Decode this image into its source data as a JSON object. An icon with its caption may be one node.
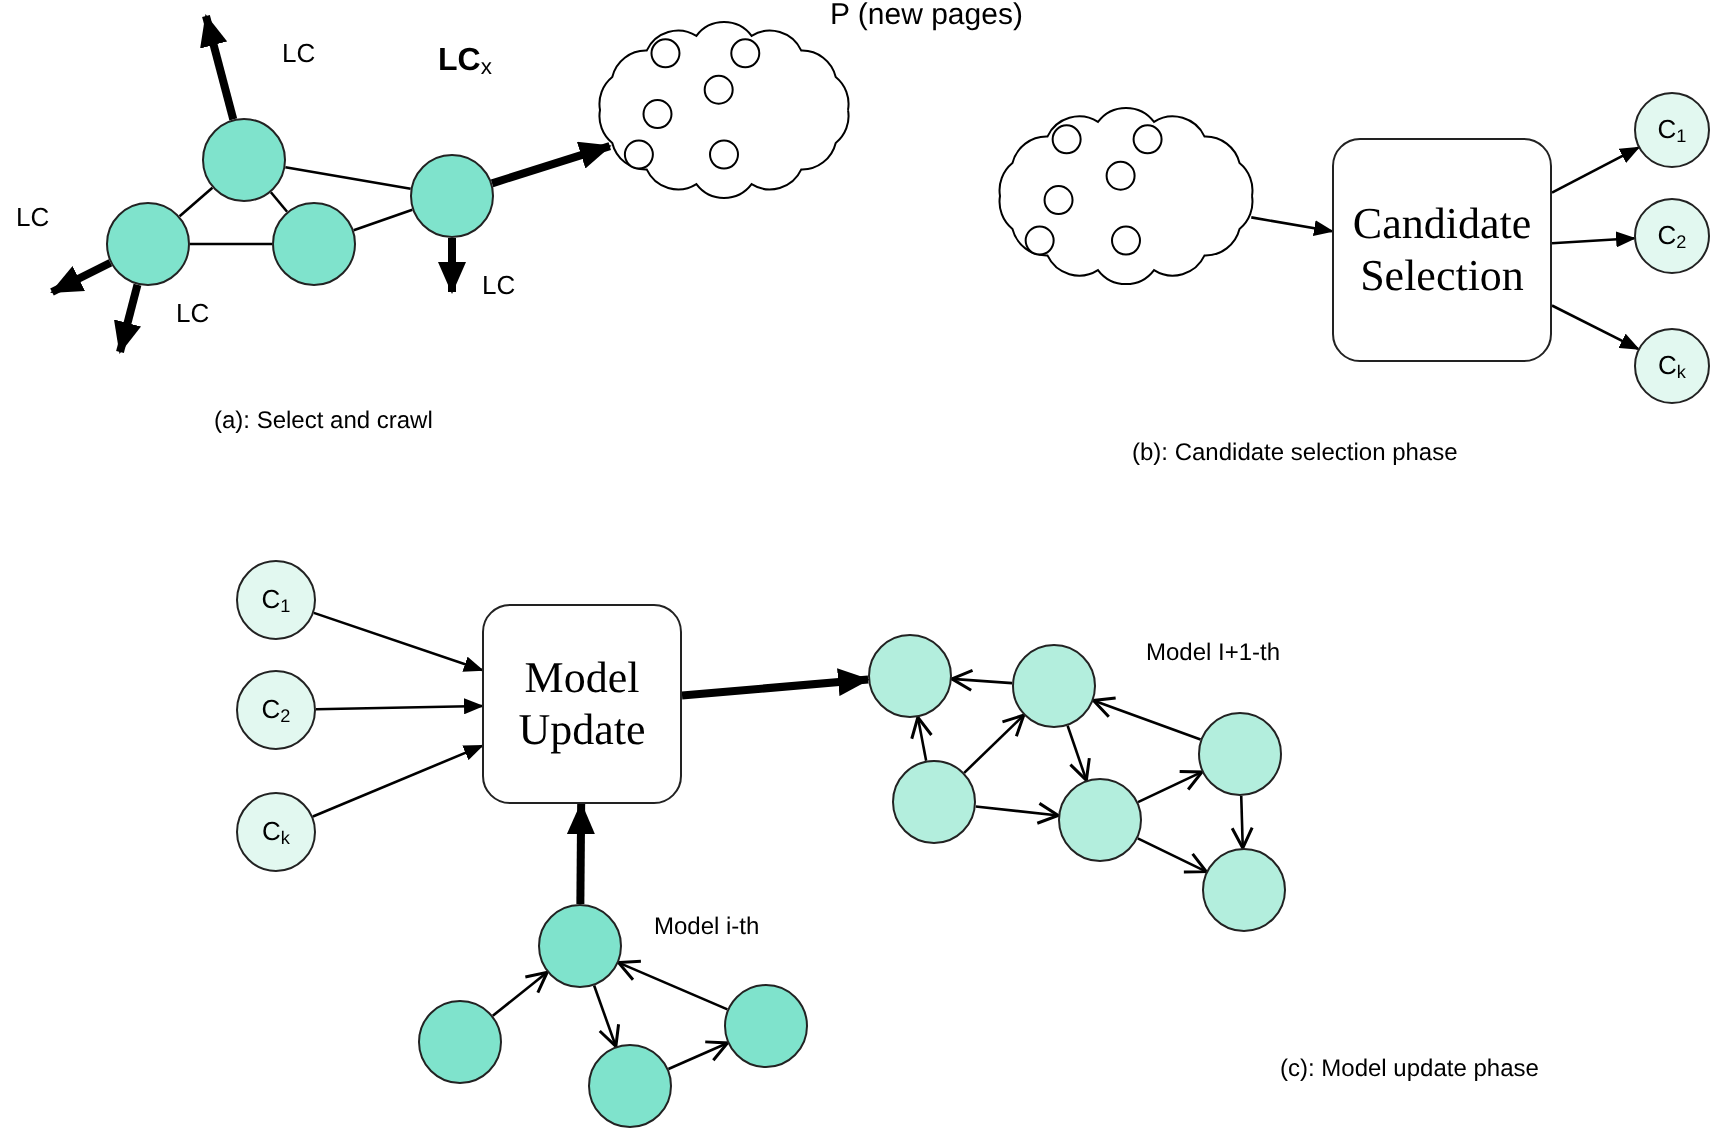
{
  "diagram": {
    "nodes": [
      {
        "text": [],
        "shape": "circle"
      },
      {
        "text": [],
        "shape": "circle"
      },
      {
        "text": [],
        "shape": "circle"
      },
      {
        "text": [],
        "shape": "circle"
      },
      {
        "text": [],
        "shape": "cloud"
      },
      {
        "text": [],
        "shape": "cloud"
      },
      {
        "text": [
          "Candidate Selection"
        ]
      },
      {
        "text": [
          "C$_{1}$"
        ]
      },
      {
        "text": [
          "C$_{2}$"
        ]
      },
      {
        "text": [
          "C$_{k}$"
        ]
      },
      {
        "text": [
          "C$_{1}$"
        ]
      },
      {
        "text": [
          "C$_{2}$"
        ]
      },
      {
        "text": [
          "C$_{k}$"
        ]
      },
      {
        "text": [
          "Model Update"
        ]
      },
      {
        "text": [],
        "shape": "circle"
      },
      {
        "text": [],
        "shape": "circle"
      },
      {
        "text": [],
        "shape": "circle"
      },
      {
        "text": [],
        "shape": "circle"
      },
      {
        "text": [],
        "shape": "circle"
      },
      {
        "text": [],
        "shape": "circle"
      },
      {
        "text": [],
        "shape": "circle"
      },
      {
        "text": [],
        "shape": "circle"
      },
      {
        "text": [],
        "shape": "circle"
      },
      {
        "text": [],
        "shape": "circle"
      }
    ],
    "edges": [
      {
        "from": 0,
        "to": 1,
        "arrow": "none"
      },
      {
        "from": 0,
        "to": 2,
        "arrow": "none"
      },
      {
        "from": 0,
        "to": 3,
        "arrow": "none"
      },
      {
        "from": 1,
        "to": 2,
        "arrow": "none"
      },
      {
        "from": 2,
        "to": 3,
        "arrow": "none"
      },
      {
        "from": 0,
        "to": null,
        "arrow": "to",
        "label": "LC",
        "style": "thick"
      },
      {
        "from": 1,
        "to": null,
        "arrow": "to",
        "label": "LC",
        "style": "thick"
      },
      {
        "from": 1,
        "to": null,
        "arrow": "to",
        "label": "LC",
        "style": "thick"
      },
      {
        "from": 3,
        "to": null,
        "arrow": "to",
        "label": "LC",
        "style": "thick"
      },
      {
        "from": 3,
        "to": 4,
        "arrow": "to",
        "label": "**LC**$_{x}$",
        "style": "thick"
      },
      {
        "from": 5,
        "to": 6,
        "arrow": "to"
      },
      {
        "from": 6,
        "to": 7,
        "arrow": "to"
      },
      {
        "from": 6,
        "to": 8,
        "arrow": "to"
      },
      {
        "from": 6,
        "to": 9,
        "arrow": "to"
      },
      {
        "from": 10,
        "to": 13,
        "arrow": "to"
      },
      {
        "from": 11,
        "to": 13,
        "arrow": "to"
      },
      {
        "from": 12,
        "to": 13,
        "arrow": "to"
      },
      {
        "from": 13,
        "to": 18,
        "arrow": "to",
        "style": "thick"
      },
      {
        "from": 14,
        "to": 13,
        "arrow": "to",
        "style": "thick"
      },
      {
        "from": 15,
        "to": 14,
        "arrow": "to"
      },
      {
        "from": 14,
        "to": 16,
        "arrow": "to"
      },
      {
        "from": 16,
        "to": 17,
        "arrow": "to"
      },
      {
        "from": 17,
        "to": 14,
        "arrow": "to"
      },
      {
        "from": 19,
        "to": 18,
        "arrow": "to"
      },
      {
        "from": 20,
        "to": 18,
        "arrow": "to"
      },
      {
        "from": 20,
        "to": 19,
        "arrow": "to"
      },
      {
        "from": 20,
        "to": 21,
        "arrow": "to"
      },
      {
        "from": 19,
        "to": 21,
        "arrow": "to"
      },
      {
        "from": 22,
        "to": 19,
        "arrow": "to"
      },
      {
        "from": 21,
        "to": 22,
        "arrow": "to"
      },
      {
        "from": 21,
        "to": 23,
        "arrow": "to"
      },
      {
        "from": 22,
        "to": 23,
        "arrow": "to"
      }
    ],
    "labels": [
      "P (new pages)",
      "(a): Select and crawl",
      "(b): Candidate selection phase",
      "Model I+1-th",
      "Model i-th",
      "(c): Model update phase"
    ]
  }
}
